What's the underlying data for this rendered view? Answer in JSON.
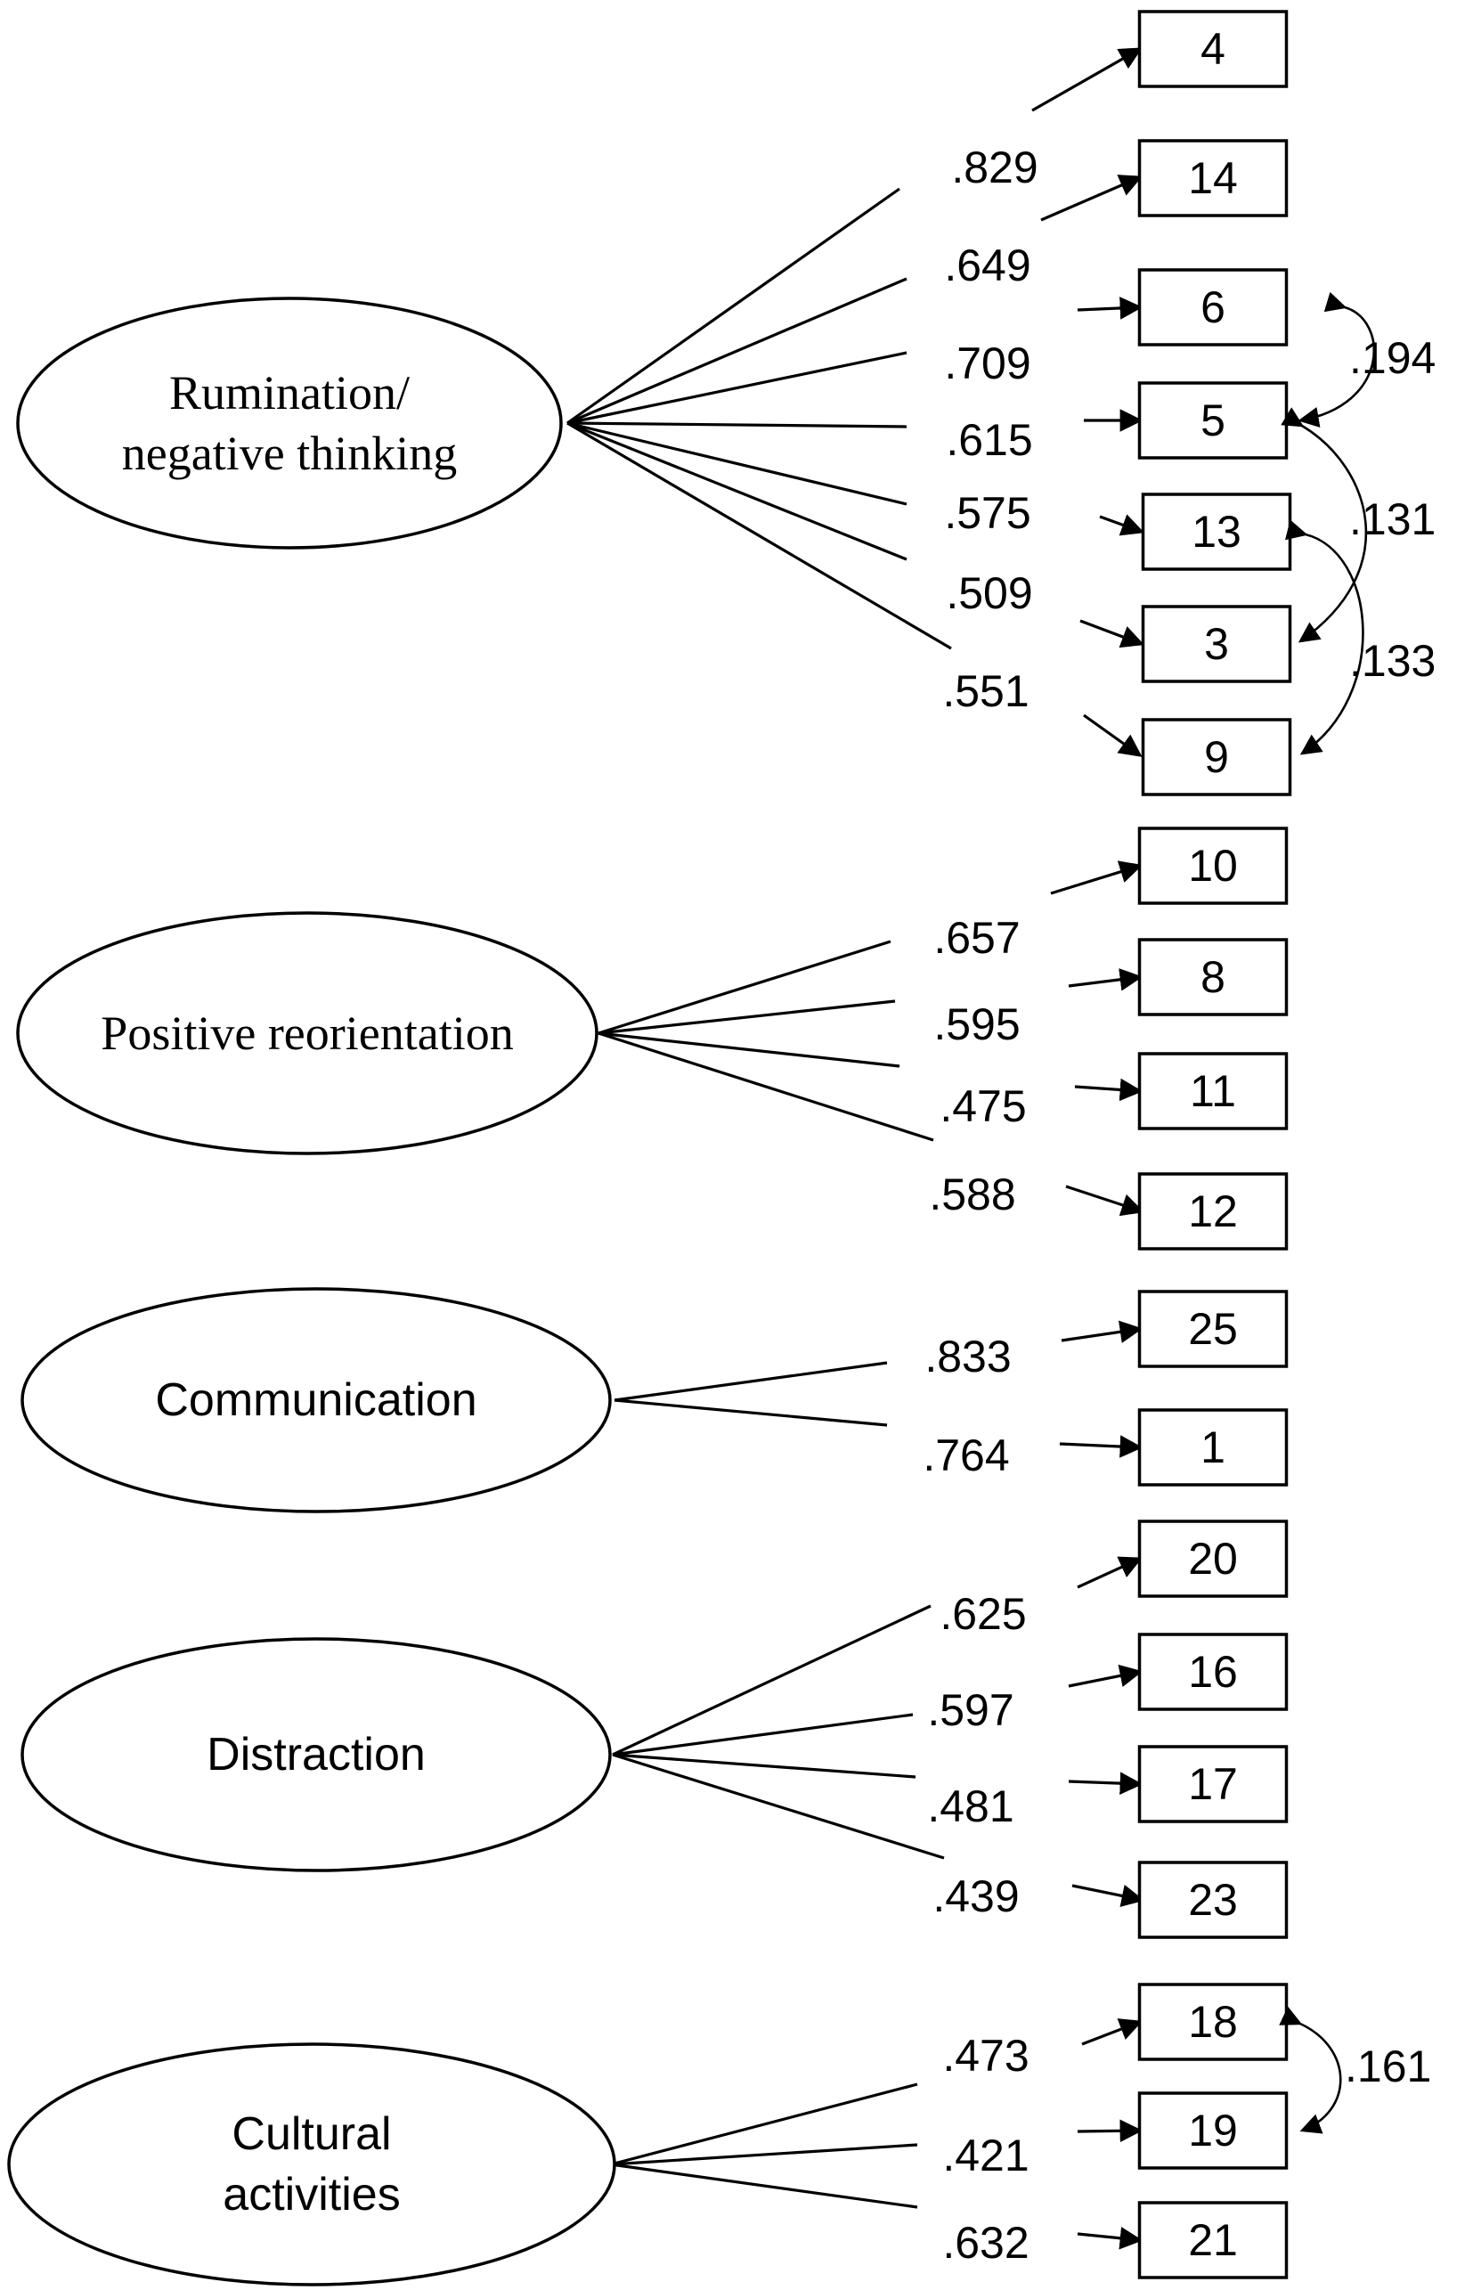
{
  "factors": [
    {
      "id": "rumination",
      "lines": [
        "Rumination/",
        "negative thinking"
      ],
      "font": "serif",
      "items": [
        {
          "item": "4",
          "loading": ".829"
        },
        {
          "item": "14",
          "loading": ".649"
        },
        {
          "item": "6",
          "loading": ".709"
        },
        {
          "item": "5",
          "loading": ".615"
        },
        {
          "item": "13",
          "loading": ".575"
        },
        {
          "item": "3",
          "loading": ".509"
        },
        {
          "item": "9",
          "loading": ".551"
        }
      ]
    },
    {
      "id": "positive-reorientation",
      "lines": [
        "Positive reorientation"
      ],
      "font": "serif",
      "items": [
        {
          "item": "10",
          "loading": ".657"
        },
        {
          "item": "8",
          "loading": ".595"
        },
        {
          "item": "11",
          "loading": ".475"
        },
        {
          "item": "12",
          "loading": ".588"
        }
      ]
    },
    {
      "id": "communication",
      "lines": [
        "Communication"
      ],
      "font": "sans",
      "items": [
        {
          "item": "25",
          "loading": ".833"
        },
        {
          "item": "1",
          "loading": ".764"
        }
      ]
    },
    {
      "id": "distraction",
      "lines": [
        "Distraction"
      ],
      "font": "sans",
      "items": [
        {
          "item": "20",
          "loading": ".625"
        },
        {
          "item": "16",
          "loading": ".597"
        },
        {
          "item": "17",
          "loading": ".481"
        },
        {
          "item": "23",
          "loading": ".439"
        }
      ]
    },
    {
      "id": "cultural-activities",
      "lines": [
        "Cultural",
        "activities"
      ],
      "font": "sans",
      "items": [
        {
          "item": "18",
          "loading": ".473"
        },
        {
          "item": "19",
          "loading": ".421"
        },
        {
          "item": "21",
          "loading": ".632"
        }
      ]
    }
  ],
  "covariances": [
    {
      "from": "6",
      "to": "5",
      "value": ".194"
    },
    {
      "from": "5",
      "to": "3",
      "value": ".131"
    },
    {
      "from": "13",
      "to": "9",
      "value": ".133"
    },
    {
      "from": "18",
      "to": "19",
      "value": ".161"
    }
  ]
}
